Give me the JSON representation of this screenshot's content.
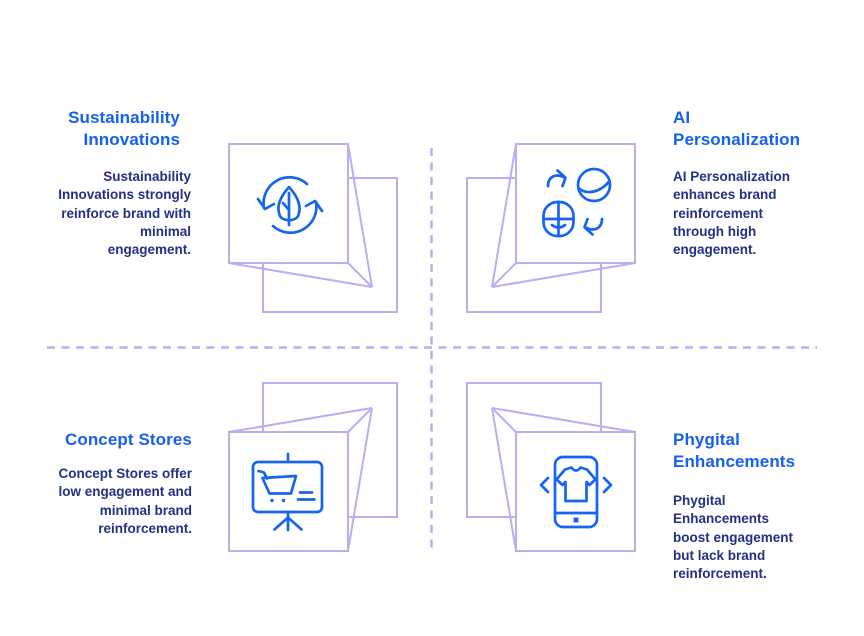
{
  "colors": {
    "title_blue": "#1560ef",
    "body_navy": "#242f86",
    "cube_lavender": "#b4b0f2",
    "icon_blue": "#1565f0",
    "background": "#ffffff"
  },
  "quadrants": {
    "top_left": {
      "title_lines": [
        "Sustainability",
        "Innovations"
      ],
      "description_lines": [
        "Sustainability",
        "Innovations strongly",
        "reinforce brand with",
        "minimal",
        "engagement."
      ],
      "icon": "recycle-leaf-icon"
    },
    "top_right": {
      "title_lines": [
        "AI",
        "Personalization"
      ],
      "description_lines": [
        "AI Personalization",
        "enhances brand",
        "reinforcement",
        "through high",
        "engagement."
      ],
      "icon": "mouse-globe-sync-icon"
    },
    "bottom_left": {
      "title_lines": [
        "Concept Stores"
      ],
      "description_lines": [
        "Concept Stores offer",
        "low engagement and",
        "minimal brand",
        "reinforcement."
      ],
      "icon": "presentation-cart-icon"
    },
    "bottom_right": {
      "title_lines": [
        "Phygital",
        "Enhancements"
      ],
      "description_lines": [
        "Phygital",
        "Enhancements",
        "boost engagement",
        "but lack brand",
        "reinforcement."
      ],
      "icon": "phone-tshirt-icon"
    }
  }
}
